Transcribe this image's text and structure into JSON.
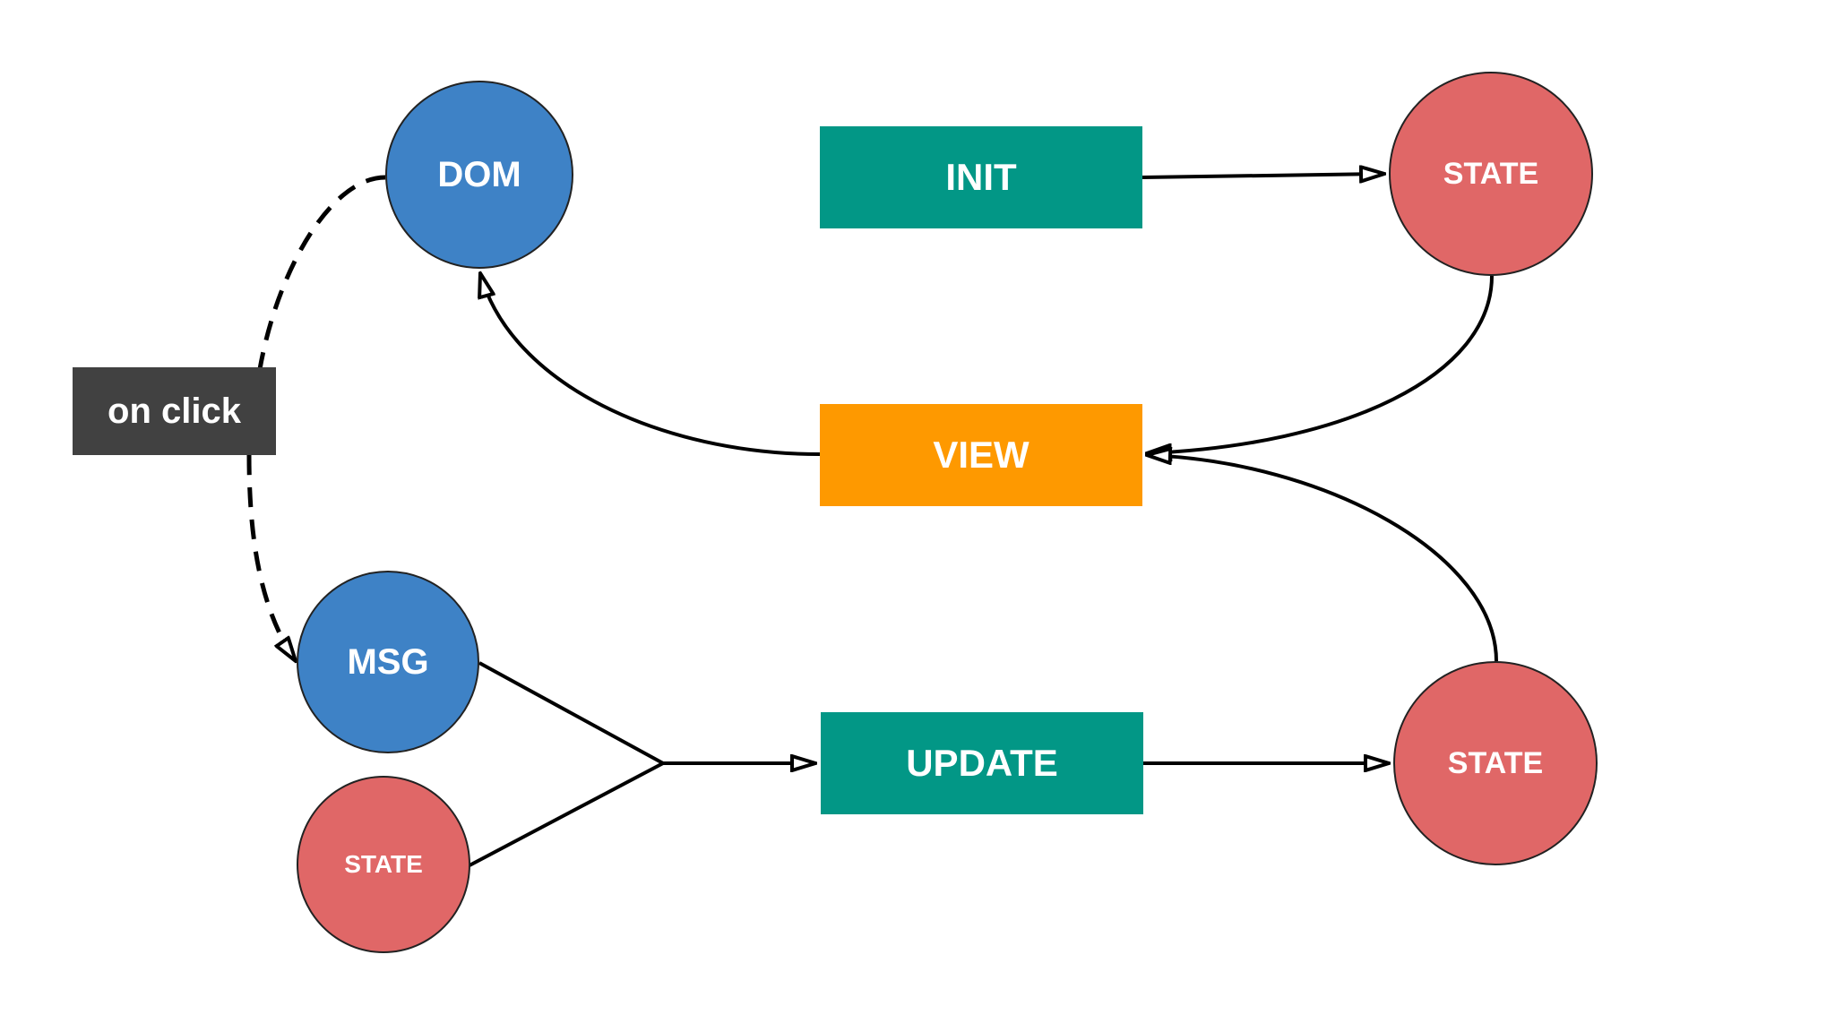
{
  "colors": {
    "blue": "#3e82c6",
    "red": "#e06767",
    "teal": "#029786",
    "orange": "#fe9900",
    "dark": "#414141",
    "line": "#000000",
    "background": "#ffffff"
  },
  "nodes": {
    "dom": "DOM",
    "init": "INIT",
    "state_top": "STATE",
    "view": "VIEW",
    "on_click": "on click",
    "msg": "MSG",
    "state_input": "STATE",
    "update": "UPDATE",
    "state_bottom": "STATE"
  }
}
